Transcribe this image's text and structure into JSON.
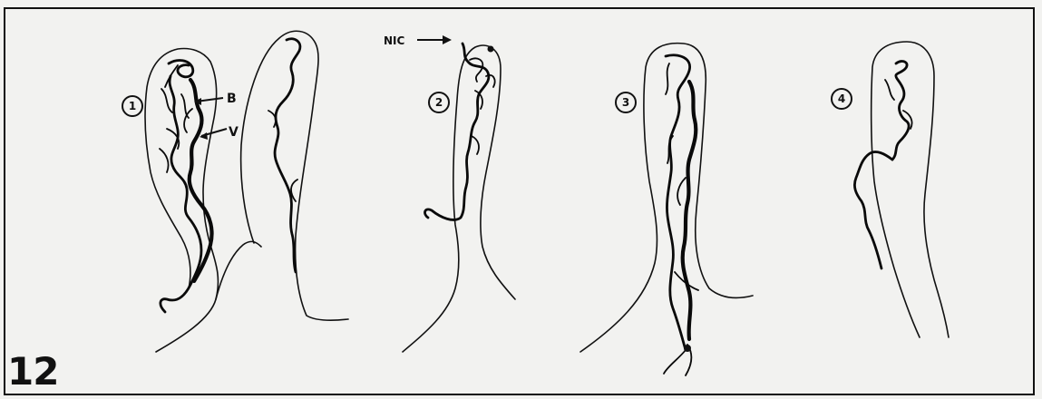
{
  "figure": {
    "number": "12",
    "panels": [
      {
        "marker": "1"
      },
      {
        "marker": "2"
      },
      {
        "marker": "3"
      },
      {
        "marker": "4"
      }
    ],
    "labels": {
      "b": "B",
      "v": "V",
      "nic": "NIC"
    }
  }
}
